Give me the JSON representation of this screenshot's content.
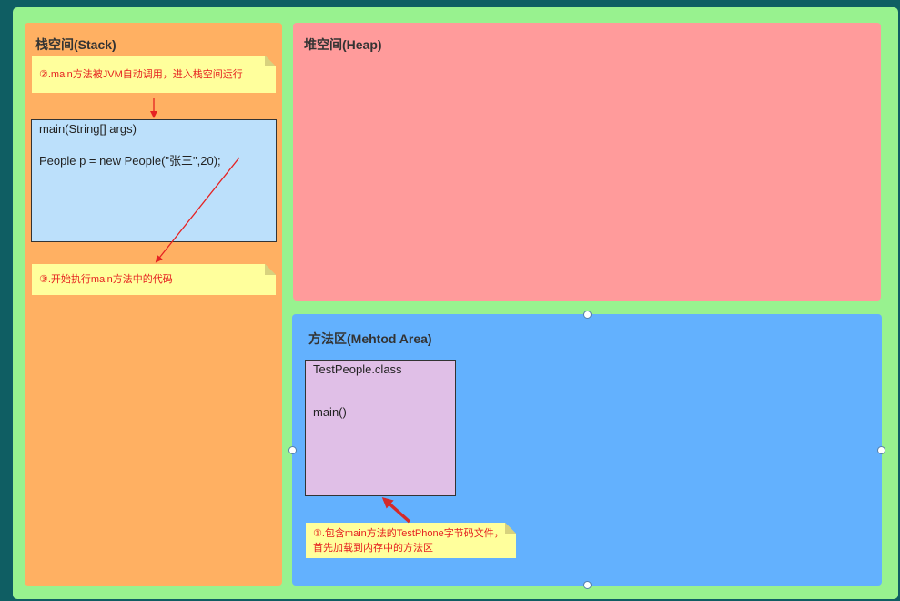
{
  "stack": {
    "title": "栈空间(Stack)",
    "note_invoke": "②.main方法被JVM自动调用，进入栈空间运行",
    "frame": {
      "method_sig": "main(String[] args)",
      "statement": "People p = new People(\"张三\",20);"
    },
    "note_execute": "③.开始执行main方法中的代码"
  },
  "heap": {
    "title": "堆空间(Heap)"
  },
  "method_area": {
    "title": "方法区(Mehtod Area)",
    "class_box": {
      "class_name": "TestPeople.class",
      "method": "main()"
    },
    "note_load": "①.包含main方法的TestPhone字节码文件，首先加载到内存中的方法区"
  },
  "colors": {
    "stack_bg": "#ffb062",
    "heap_bg": "#ff9b9b",
    "method_area_bg": "#63b1fe",
    "frame_bg": "#bce0fb",
    "class_bg": "#e0bfe7",
    "note_bg": "#ffff9c",
    "note_text": "#e51e1e",
    "outer_bg": "#98f28f"
  }
}
